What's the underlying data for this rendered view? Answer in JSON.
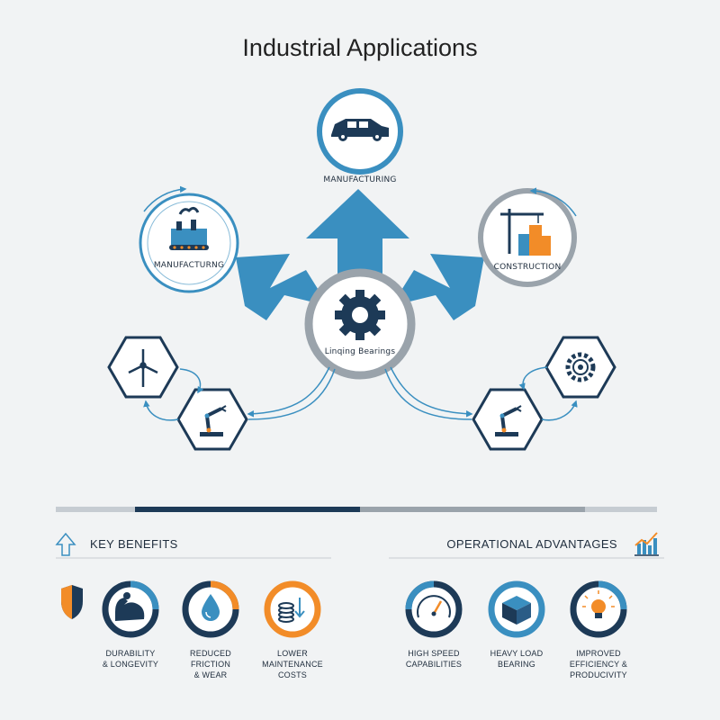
{
  "title": "Industrial Applications",
  "hub": {
    "label": "Linqing Bearings",
    "icon": "gear-icon"
  },
  "nodes": {
    "top": {
      "label": "MANUFACTURING",
      "icon": "car-icon"
    },
    "left": {
      "label": "MANUFACTURNG",
      "icon": "factory-icon"
    },
    "right": {
      "label": "CONSTRUCTION",
      "icon": "crane-city-icon"
    },
    "hex_wind": {
      "icon": "wind-turbine-icon"
    },
    "hex_robot_left": {
      "icon": "robot-arm-icon"
    },
    "hex_robot_right": {
      "icon": "robot-arm-icon"
    },
    "hex_gear": {
      "icon": "gear-bearing-icon"
    }
  },
  "benefits": {
    "title": "KEY BENEFITS",
    "items": [
      {
        "label": "DURABILITY\n& LONGEVITY",
        "icon": "muscle-arm-icon"
      },
      {
        "label": "REDUCED\nFRICTION\n& WEAR",
        "icon": "oil-drop-icon"
      },
      {
        "label": "LOWER\nMAINTENANCE\nCOSTS",
        "icon": "coins-icon"
      }
    ]
  },
  "advantages": {
    "title": "OPERATIONAL ADVANTAGES",
    "items": [
      {
        "label": "HIGH SPEED\nCAPABILITIES",
        "icon": "speedometer-icon"
      },
      {
        "label": "HEAVY LOAD\nBEARING",
        "icon": "box-icon"
      },
      {
        "label": "IMPROVED\nEFFICIENCY &\nPRODUCIVITY",
        "icon": "lightbulb-icon"
      }
    ]
  },
  "colors": {
    "blue": "#3a8fc0",
    "navy": "#1d3a57",
    "gray": "#9aa3ab",
    "orange": "#f28c28"
  }
}
